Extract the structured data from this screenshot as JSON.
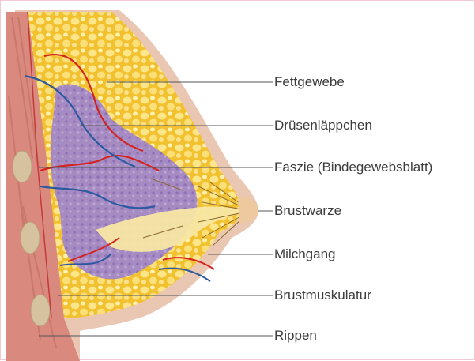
{
  "labels": {
    "fettgewebe": "Fettgewebe",
    "druesenlaeppchen": "Drüsenläppchen",
    "faszie": "Faszie (Bindegewebsblatt)",
    "brustwarze": "Brustwarze",
    "milchgang": "Milchgang",
    "brustmuskulatur": "Brustmuskulatur",
    "rippen": "Rippen"
  },
  "colors": {
    "skin": "#e8c4b0",
    "fat": "#f5c93a",
    "fat_lobule": "#fde68a",
    "gland": "#a98cc4",
    "duct": "#f7e6a3",
    "muscle": "#d9897e",
    "rib": "#d7c2a0",
    "artery": "#d4231f",
    "vein": "#2c5aa0",
    "leader_line": "#555555",
    "text": "#3c3c3c",
    "border": "#f2c9d2"
  }
}
